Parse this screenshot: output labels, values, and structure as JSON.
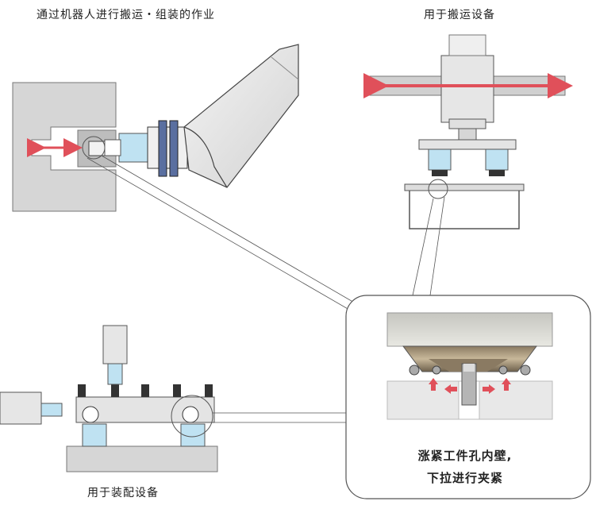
{
  "labels": {
    "robot": "通过机器人进行搬运・组装的作业",
    "transport": "用于搬运设备",
    "assembly": "用于装配设备"
  },
  "detail": {
    "caption_line1": "涨紧工件孔内壁,",
    "caption_line2": "下拉进行夹紧"
  },
  "colors": {
    "arrow_red": "#e0505a",
    "cylinder_blue": "#bfe2f2",
    "panel_gray": "#d9d9d9",
    "outline": "#333333"
  }
}
